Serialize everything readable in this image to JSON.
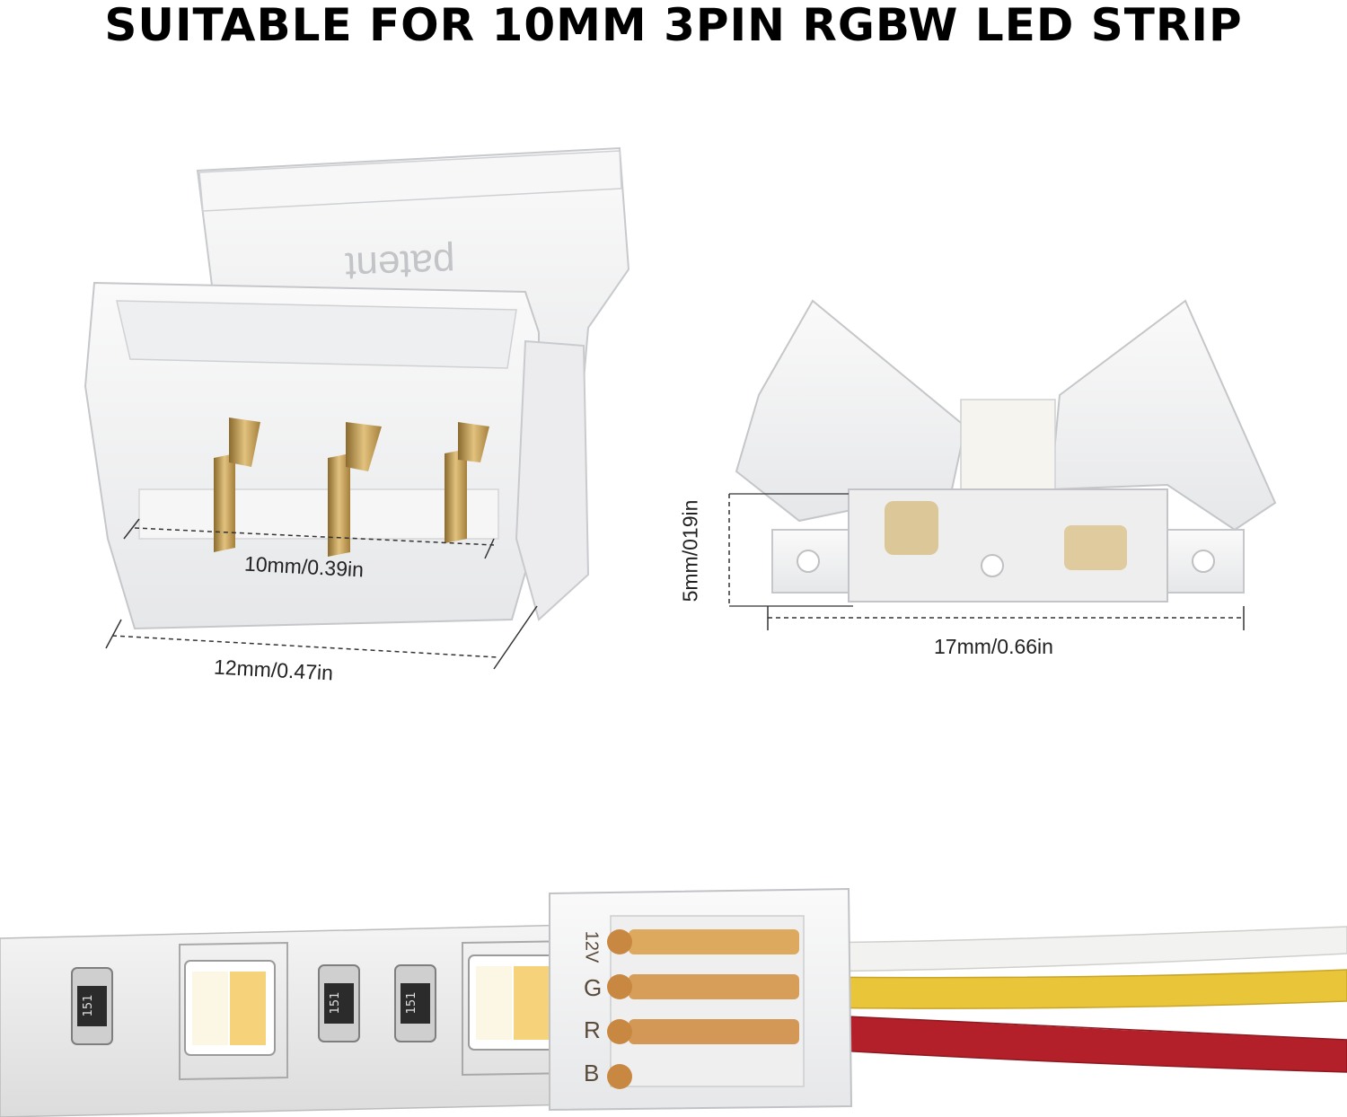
{
  "title": "SUITABLE FOR 10MM 3PIN RGBW LED STRIP",
  "dimensions": {
    "inner_width": "10mm/0.39in",
    "outer_width": "12mm/0.47in",
    "height": "5mm/019in",
    "length": "17mm/0.66in"
  },
  "connector_text": "patent",
  "resistor_label": "151",
  "pin_labels": [
    "12V",
    "G",
    "R",
    "B"
  ],
  "colors": {
    "wire_white": "#f2f2f0",
    "wire_yellow": "#e9c53a",
    "wire_red": "#b3202a",
    "gold_pins": "#c9a45a",
    "led_white": "#fbf7e4",
    "led_warm": "#f6d27a"
  }
}
